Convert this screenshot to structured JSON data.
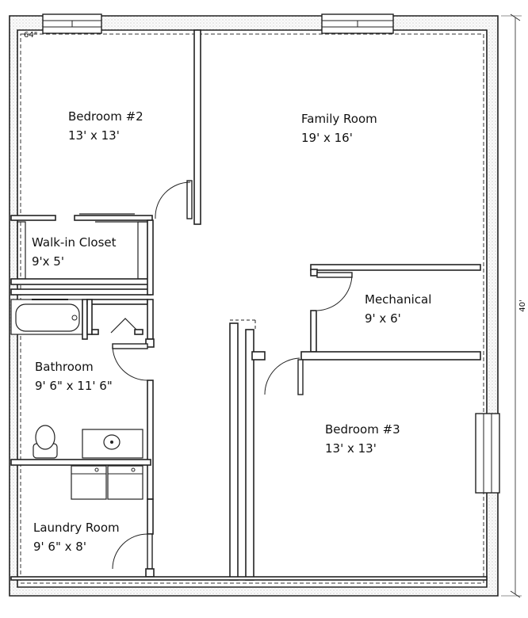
{
  "rooms": {
    "bedroom2": {
      "name": "Bedroom #2",
      "size": "13' x 13'"
    },
    "family": {
      "name": "Family Room",
      "size": "19' x 16'"
    },
    "closet": {
      "name": "Walk-in Closet",
      "size": "9'x 5'"
    },
    "mechanical": {
      "name": "Mechanical",
      "size": "9' x 6'"
    },
    "bathroom": {
      "name": "Bathroom",
      "size": "9' 6\" x 11' 6\""
    },
    "bedroom3": {
      "name": "Bedroom #3",
      "size": "13'  x 13'"
    },
    "laundry": {
      "name": "Laundry Room",
      "size": "9' 6\" x 8'"
    }
  },
  "dimensions": {
    "top_left": "64\"",
    "right_side": "40'"
  }
}
